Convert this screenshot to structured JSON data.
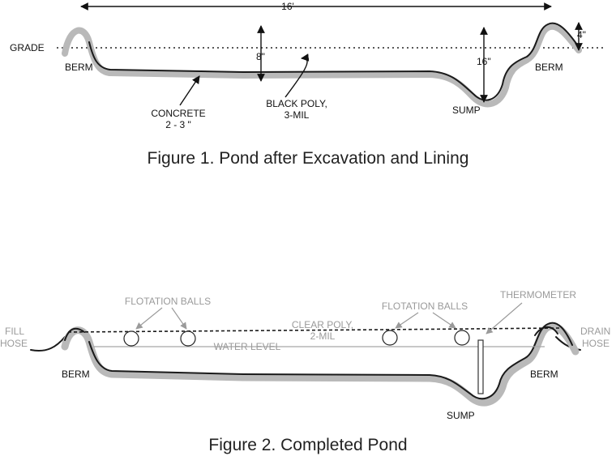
{
  "figure1": {
    "caption": "Figure 1.  Pond after Excavation and Lining",
    "labels": {
      "width": "16'",
      "grade": "GRADE",
      "berm_left": "BERM",
      "berm_right": "BERM",
      "depth_8": "8\"",
      "depth_16": "16\"",
      "depth_4": "4\"",
      "concrete_line1": "CONCRETE",
      "concrete_line2": "2 - 3 \"",
      "poly_line1": "BLACK POLY,",
      "poly_line2": "3-MIL",
      "sump": "SUMP"
    }
  },
  "figure2": {
    "caption": "Figure 2.  Completed Pond",
    "labels": {
      "fill_line1": "FILL",
      "fill_line2": "HOSE",
      "drain_line1": "DRAIN",
      "drain_line2": "HOSE",
      "flotation_left": "FLOTATION BALLS",
      "flotation_right": "FLOTATION BALLS",
      "thermometer": "THERMOMETER",
      "clear_poly_line1": "CLEAR POLY,",
      "clear_poly_line2": "2-MIL",
      "water_level": "WATER LEVEL",
      "berm_left": "BERM",
      "berm_right": "BERM",
      "sump": "SUMP"
    }
  }
}
